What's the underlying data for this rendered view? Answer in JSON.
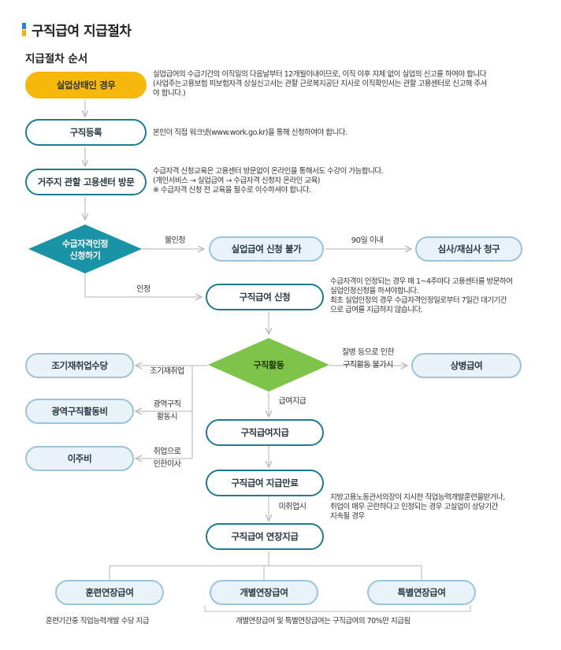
{
  "page_title": "구직급여 지급절차",
  "section_title": "지급절차 순서",
  "nodes": {
    "unemployed": "실업상태인 경우",
    "job_register": "구직등록",
    "visit_center": "거주지 관할 고용센터 방문",
    "eligibility": [
      "수급자격인정",
      "신청하기"
    ],
    "apply_denied": "실업급여 신청 불가",
    "review": "심사/재심사 청구",
    "apply_benefit": "구직급여 신청",
    "job_activity": "구직활동",
    "sickness": "상병급여",
    "early_reemployment": "조기재취업수당",
    "wide_area": "광역구직활동비",
    "relocation": "이주비",
    "payment": "구직급여지급",
    "payment_end": "구직급여 지급만료",
    "extension": "구직급여 연장지급",
    "training_ext": "훈련연장급여",
    "individual_ext": "개별연장급여",
    "special_ext": "특별연장급여"
  },
  "notes": {
    "unemployed": [
      "실업급여의 수급기간의 이직일의 다음날부터 12개월이내이므로, 이직 이후 지체 없이 실업의 신고를 하여야 합니다",
      "(사업주는고용보험 피보험자격 상실신고서는 관할 근로복지공단 지사로 이직확인서는 관할 고용센터로 신고해 주셔",
      "야 합니다.)"
    ],
    "job_register": [
      "본인이 직접 워크넷(www.work.go.kr)을 통해 신청하여야 합니다."
    ],
    "visit_center": [
      "수급자격 신청교육은 고용센터 방문없이 온라인을 통해서도 수강이 가능합니다.",
      "(개인서비스 → 실업급여 → 수급자격 신청자 온라인 교육)",
      "※ 수급자격 신청 전 교육을 필수로 이수하셔야 합니다."
    ],
    "apply_benefit": [
      "수급자격이 인정되는 경우 매 1~4주마다 고용센터를 방문하여",
      "실업인정신청을 하셔야합니다.",
      "최초 실업인정의 경우 수급자격인정일로부터 7일간 대기기간",
      "으로 급여를 지급하지 않습니다."
    ],
    "payment_end": [
      "지방고용노동관서의장이 지시한 직업능력개발훈련을받거나,",
      "취업이 매우 곤란하다고 인정되는 경우 고실업이 상당기간",
      "지속될 경우"
    ],
    "training_ext": "훈련기간중 직업능력개발 수당 지급",
    "individual_special_ext": "개별연장급여 및 특별연장급여는 구직급여의 70%만 지급됨"
  },
  "edge_labels": {
    "denied": "불인정",
    "within_90": "90일 이내",
    "approved": "인정",
    "sickness": [
      "질병 등으로 인한",
      "구직활동 불가시"
    ],
    "early_reemployment": "조기재취업",
    "wide_area": [
      "광역구직",
      "활동시"
    ],
    "relocation": [
      "취업으로",
      "인한이사"
    ],
    "payment": "급여지급",
    "not_employed": "미취업시"
  },
  "colors": {
    "teal_border": "#1f7a93",
    "diamond_teal": "#1993a5",
    "diamond_green": "#7ec44a",
    "yellow": "#f6b80a",
    "light_blue_fill": "#e8f2f8",
    "arrow": "#b8b8b8"
  }
}
